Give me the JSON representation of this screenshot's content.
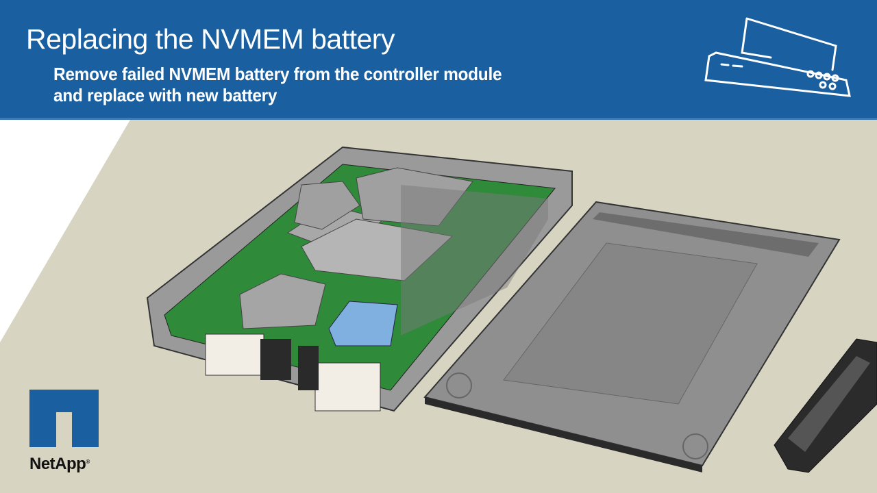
{
  "header": {
    "title": "Replacing the NVMEM battery",
    "subtitle_line1": "Remove failed NVMEM battery from the controller module",
    "subtitle_line2": "and replace with new battery",
    "icon": "storage-controller-sketch-icon"
  },
  "branding": {
    "logo_text": "NetApp",
    "registered_mark": "®"
  },
  "colors": {
    "header_blue": "#1a5fa0",
    "table_beige": "#d8d4c2",
    "pcb_green": "#2f8a3a",
    "metal_gray": "#8c8c8c",
    "battery_blue": "#7fb0e0"
  }
}
